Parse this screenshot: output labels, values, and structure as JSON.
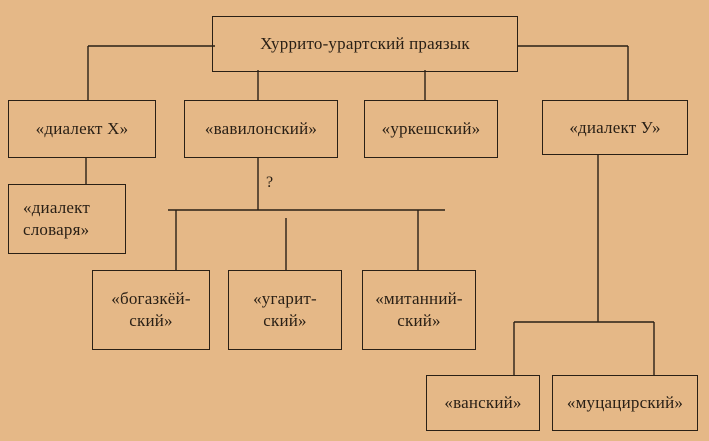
{
  "diagram": {
    "root": "Хуррито-урартский праязык",
    "level1": {
      "dialect_x": "«диалект X»",
      "babylonian": "«вавилонский»",
      "urkesh": "«уркешский»",
      "dialect_u": "«диалект У»"
    },
    "dictionary_dialect": "«диалект\nсловаря»",
    "uncertain_mark": "?",
    "babylonian_children": {
      "bogazkoy": "«богазкёй-\nский»",
      "ugarit": "«угарит-\nский»",
      "mitanni": "«митанний-\nский»"
    },
    "dialect_u_children": {
      "van": "«ванский»",
      "mutsatsir": "«муцацирский»"
    }
  }
}
